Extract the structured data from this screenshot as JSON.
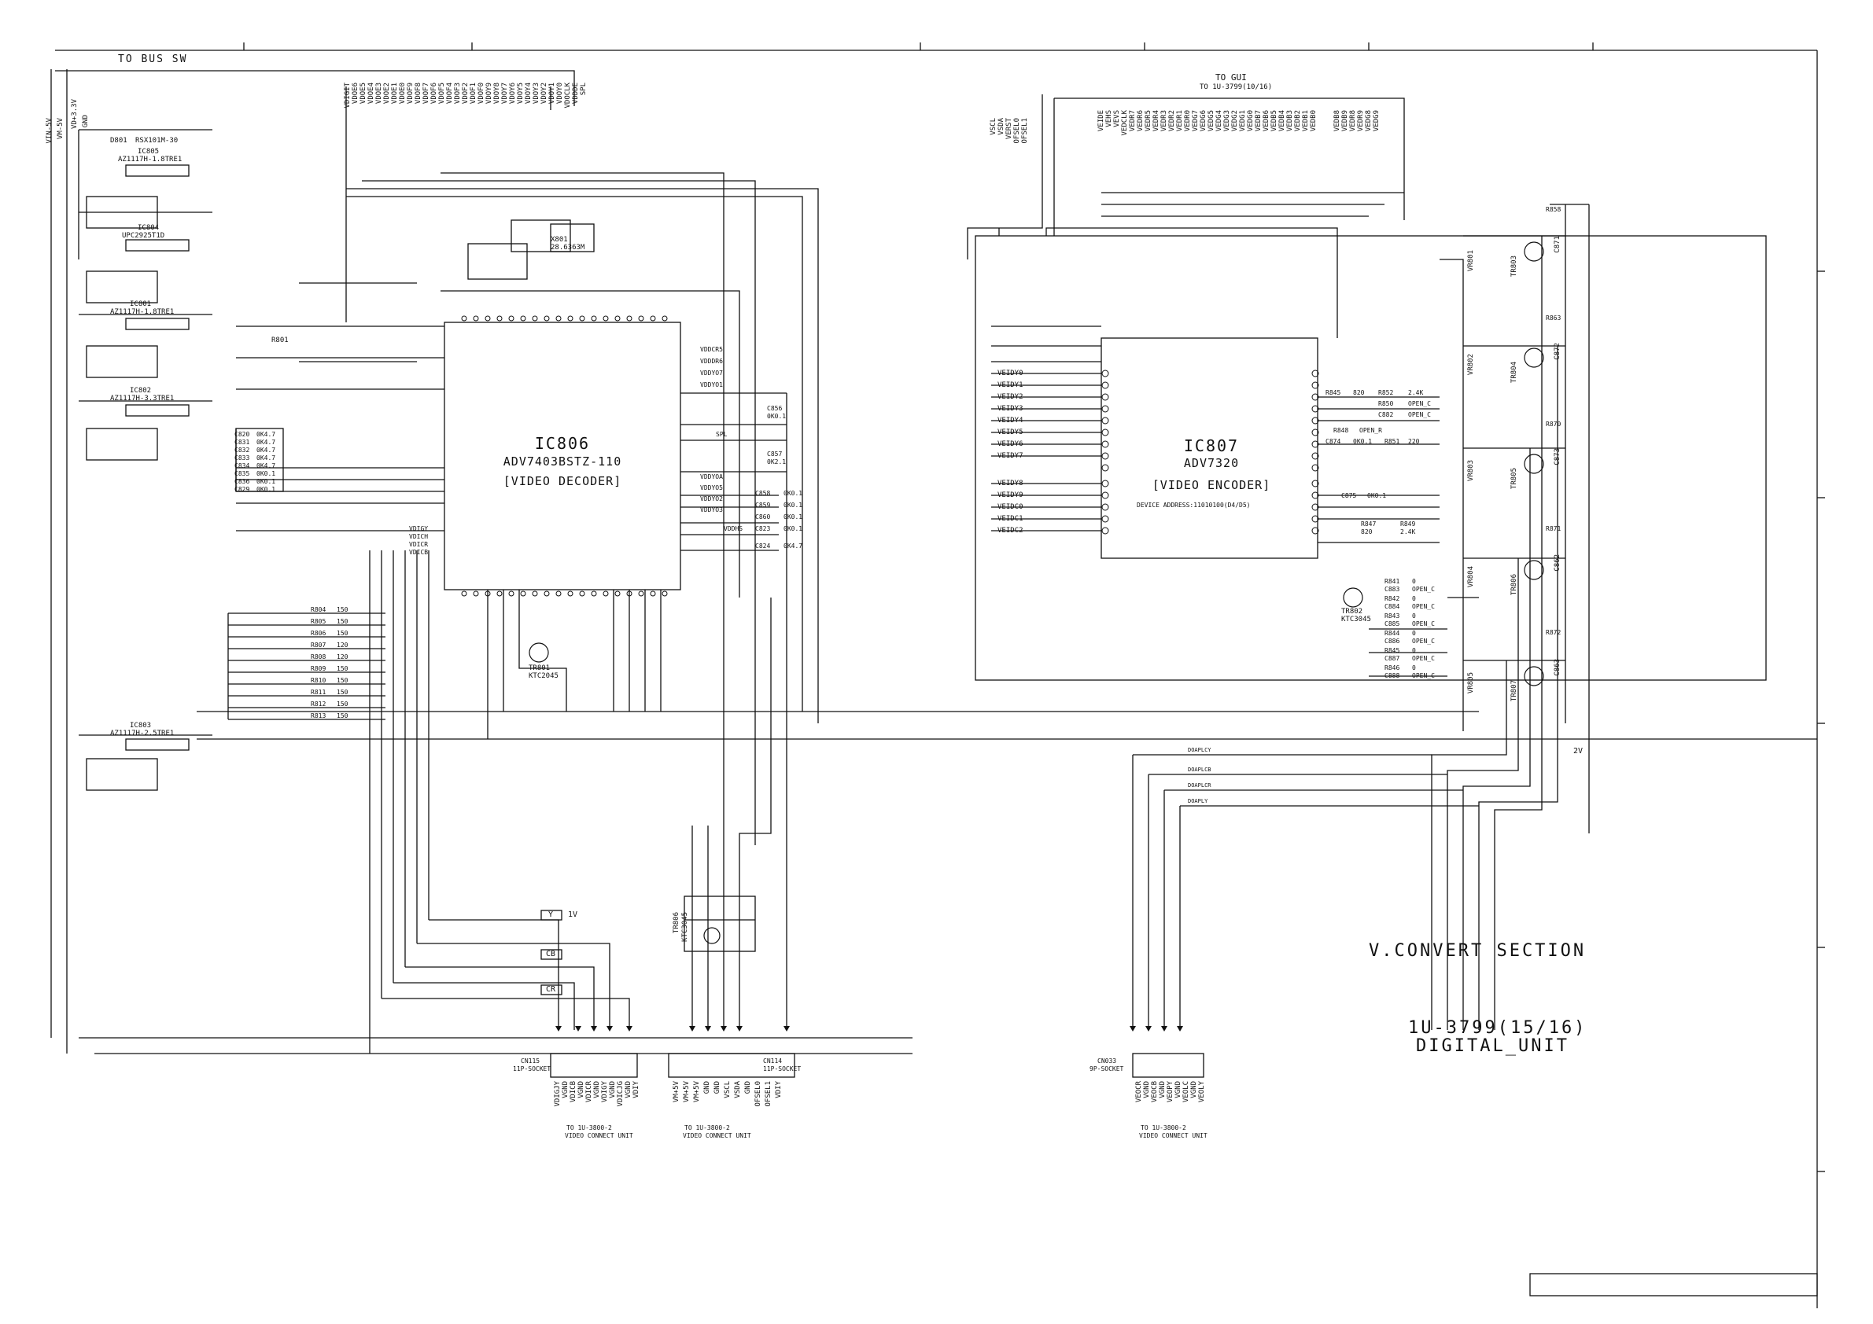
{
  "headings": {
    "to_bus_sw": "TO BUS SW",
    "to_gui": "TO GUI",
    "to_gui_ref": "TO 1U-3799(10/16)",
    "section": "V.CONVERT SECTION",
    "board_ref": "1U-3799(15/16)",
    "board_name": "DIGITAL_UNIT"
  },
  "ics": {
    "ic806": {
      "ref": "IC806",
      "part": "ADV7403BSTZ-110",
      "function": "[VIDEO DECODER]"
    },
    "ic807": {
      "ref": "IC807",
      "part": "ADV7320",
      "function": "[VIDEO ENCODER]",
      "note": "DEVICE ADDRESS:11010100(D4/D5)"
    }
  },
  "regulators": [
    {
      "ref": "IC805",
      "part": "AZ1117H-1.8TRE1"
    },
    {
      "ref": "IC804",
      "part": "UPC2925T1D"
    },
    {
      "ref": "IC801",
      "part": "AZ1117H-1.8TRE1"
    },
    {
      "ref": "IC802",
      "part": "AZ1117H-3.3TRE1"
    },
    {
      "ref": "IC803",
      "part": "AZ1117H-2.5TRE1"
    }
  ],
  "misc_parts": {
    "d801": "D801",
    "d801_part": "RSX101M-30",
    "x801": "X801",
    "x801_freq": "28.6363M",
    "r801": "R801",
    "tr801": "TR801",
    "tr801_part": "KTC2045",
    "tr802": "TR802",
    "tr802_part": "KTC3045",
    "tr806": "TR806",
    "tr806_part": "KTC3045"
  },
  "top_power_labels": [
    "VIN-5V",
    "VM-5V",
    "VD+3.3V",
    "GND"
  ],
  "bus_sw_nets": [
    "VDIGIT",
    "VDOE6",
    "VDOE5",
    "VDOE4",
    "VDOE3",
    "VDOE2",
    "VDOE1",
    "VDOE0",
    "VDOF9",
    "VDOF8",
    "VDOF7",
    "VDOF6",
    "VDOF5",
    "VDOF4",
    "VDOF3",
    "VDOF2",
    "VDOF1",
    "VDOF0",
    "VDOY9",
    "VDOY8",
    "VDOY7",
    "VDOY6",
    "VDOY5",
    "VDOY4",
    "VDOY3",
    "VDOY2",
    "VDOY1",
    "VDOY0",
    "VDOCLK",
    "VDDDE",
    "SPL"
  ],
  "gui_nets": [
    "VEIDE",
    "VEHS",
    "VEVS",
    "VEDCLK",
    "VEDR7",
    "VEDR6",
    "VEDR5",
    "VEDR4",
    "VEDR3",
    "VEDR2",
    "VEDR1",
    "VEDR0",
    "VEDG7",
    "VEDG6",
    "VEDG5",
    "VEDG4",
    "VEDG3",
    "VEDG2",
    "VEDG1",
    "VEDG0",
    "VEDB7",
    "VEDB6",
    "VEDB5",
    "VEDB4",
    "VEDB3",
    "VEDB2",
    "VEDB1",
    "VEDB0",
    "VEDB8",
    "VEDB9",
    "VEDR8",
    "VEDR9",
    "VEDG8",
    "VEDG9"
  ],
  "encoder_side_nets": [
    "VSCL",
    "VSDA",
    "VERST",
    "OFSEL0",
    "OFSEL1"
  ],
  "encoder_y_in": [
    "VEIDY0",
    "VEIDY1",
    "VEIDY2",
    "VEIDY3",
    "VEIDY4",
    "VEIDY5",
    "VEIDY6",
    "VEIDY7"
  ],
  "encoder_c_in": [
    "VEIDY8",
    "VEIDY9",
    "VEIDC0",
    "VEIDC1",
    "VEIDC2"
  ],
  "decoder_in_caps": [
    "C820",
    "C831",
    "C832",
    "C833",
    "C834",
    "C835",
    "C836",
    "C829"
  ],
  "decoder_in_values": [
    "0K4.7",
    "0K4.7",
    "0K4.7",
    "0K4.7",
    "0K4.7",
    "0K0.1",
    "0K0.1",
    "0K0.1"
  ],
  "decoder_in_nets": [
    "VDIGY",
    "VDICH",
    "VDICR",
    "VDICB"
  ],
  "decoder_right_caps": [
    {
      "ref": "C856",
      "val": "0K0.1"
    },
    {
      "ref": "C857",
      "val": "0K2.1"
    },
    {
      "ref": "C858",
      "val": "0K0.1"
    },
    {
      "ref": "C859",
      "val": "0K0.1"
    },
    {
      "ref": "C860",
      "val": "0K0.1"
    },
    {
      "ref": "C823",
      "val": "0K0.1"
    },
    {
      "ref": "C824",
      "val": "0K4.7"
    }
  ],
  "decoder_right_nets": [
    "VDDCR5",
    "VDDDR6",
    "VDDYO7",
    "VDDYO1",
    "SPL",
    "VDDYOA",
    "VDDYO5",
    "VDDYO2",
    "VDDYO3",
    "VDDHS"
  ],
  "resistor_ladder": [
    {
      "ref": "R804",
      "val": "150"
    },
    {
      "ref": "R805",
      "val": "150"
    },
    {
      "ref": "R806",
      "val": "150"
    },
    {
      "ref": "R807",
      "val": "120"
    },
    {
      "ref": "R808",
      "val": "120"
    },
    {
      "ref": "R809",
      "val": "150"
    },
    {
      "ref": "R810",
      "val": "150"
    },
    {
      "ref": "R811",
      "val": "150"
    },
    {
      "ref": "R812",
      "val": "150"
    },
    {
      "ref": "R813",
      "val": "150"
    }
  ],
  "encoder_right": [
    {
      "ref": "R845",
      "val": "820"
    },
    {
      "ref": "R852",
      "val": "2.4K"
    },
    {
      "ref": "R850",
      "val": "OPEN_C"
    },
    {
      "ref": "C882",
      "val": "OPEN_C"
    },
    {
      "ref": "R848",
      "val": "OPEN_R"
    },
    {
      "ref": "C874",
      "val": "0K0.1"
    },
    {
      "ref": "R851",
      "val": "220"
    },
    {
      "ref": "C875",
      "val": "0K0.1"
    },
    {
      "ref": "R847",
      "val": "820"
    },
    {
      "ref": "R849",
      "val": "2.4K"
    }
  ],
  "filter_network": [
    {
      "ref": "R841",
      "val": "0"
    },
    {
      "ref": "C883",
      "val": "OPEN_C"
    },
    {
      "ref": "R842",
      "val": "0"
    },
    {
      "ref": "C884",
      "val": "OPEN_C"
    },
    {
      "ref": "R843",
      "val": "0"
    },
    {
      "ref": "C885",
      "val": "OPEN_C"
    },
    {
      "ref": "R844",
      "val": "0"
    },
    {
      "ref": "C886",
      "val": "OPEN_C"
    },
    {
      "ref": "R845",
      "val": "0"
    },
    {
      "ref": "C887",
      "val": "OPEN_C"
    },
    {
      "ref": "R846",
      "val": "0"
    },
    {
      "ref": "C888",
      "val": "OPEN_C"
    }
  ],
  "output_stages": [
    {
      "vr": "VR801",
      "tr": "TR803",
      "r_top": "R858",
      "c": "C871"
    },
    {
      "vr": "VR802",
      "tr": "TR804",
      "r_top": "R863",
      "c": "C872"
    },
    {
      "vr": "VR803",
      "tr": "TR805",
      "r_top": "R870",
      "c": "C873"
    },
    {
      "vr": "VR804",
      "tr": "TR806",
      "r_top": "R871",
      "c": "C862"
    },
    {
      "vr": "VR805",
      "tr": "TR807",
      "r_top": "R872",
      "c": "C863"
    }
  ],
  "bus_tags": [
    {
      "tag": "Y",
      "note": "1V"
    },
    {
      "tag": "CB",
      "note": ""
    },
    {
      "tag": "CR",
      "note": ""
    }
  ],
  "connectors": [
    {
      "ref": "CN115",
      "type": "11P-SOCKET",
      "dest": "TO 1U-3800-2",
      "unit": "VIDEO CONNECT UNIT",
      "pins": [
        "VDIGJY",
        "VGND",
        "VDICB",
        "VGND",
        "VDICR",
        "VGND",
        "VDIGY",
        "VGND",
        "VDICJG",
        "VGND",
        "VDIY"
      ]
    },
    {
      "ref": "CN114",
      "type": "11P-SOCKET",
      "dest": "TO 1U-3800-2",
      "unit": "VIDEO CONNECT UNIT",
      "pins": [
        "VM+5V",
        "VM+5V",
        "VM+5V",
        "GND",
        "GND",
        "VSCL",
        "VSDA",
        "GND",
        "OFSEL0",
        "OFSEL1",
        "VDIY"
      ]
    },
    {
      "ref": "CN033",
      "type": "9P-SOCKET",
      "dest": "TO 1U-3800-2",
      "unit": "VIDEO CONNECT UNIT",
      "pins": [
        "VEOCR",
        "VGND",
        "VEOCB",
        "VGND",
        "VEOPY",
        "VGND",
        "VEOLC",
        "VGND",
        "VEOLY"
      ]
    }
  ],
  "out_nets": [
    "DOAPLCY",
    "DOAPLCB",
    "DOAPLCR",
    "DOAPLY"
  ],
  "voltage_label": "2V"
}
